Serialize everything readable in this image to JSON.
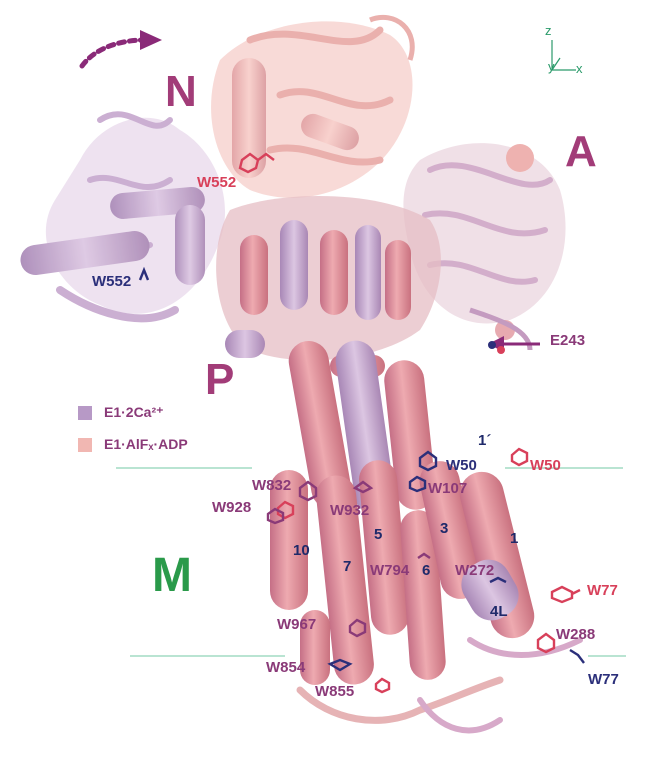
{
  "domains": {
    "N": "N",
    "A": "A",
    "P": "P",
    "M": "M"
  },
  "legend": [
    {
      "label": "E1·2Ca²⁺",
      "color": "#b799c6"
    },
    {
      "label": "E1·AlFₓ·ADP",
      "color": "#f1b7b2"
    }
  ],
  "axes": {
    "z": "z",
    "y": "y",
    "x": "x"
  },
  "residues": {
    "w552_pink": "W552",
    "w552_purple": "W552",
    "e243": "E243",
    "w50_navy": "W50",
    "w50_pink": "W50",
    "w107": "W107",
    "w832": "W832",
    "w928": "W928",
    "w932": "W932",
    "w794": "W794",
    "w272": "W272",
    "w77_pink": "W77",
    "w77_navy": "W77",
    "w967": "W967",
    "w288": "W288",
    "w854": "W854",
    "w855": "W855"
  },
  "helices": {
    "h1p": "1´",
    "h10": "10",
    "h7": "7",
    "h5": "5",
    "h3": "3",
    "h1": "1",
    "h6": "6",
    "h4l": "4L"
  },
  "colors": {
    "purple_form": "#c7a9cf",
    "pink_form": "#e9a3a9",
    "domain_label": "#a23c78",
    "membrane_label": "#2a9a4a",
    "membrane_line": "#8fd3b8"
  }
}
